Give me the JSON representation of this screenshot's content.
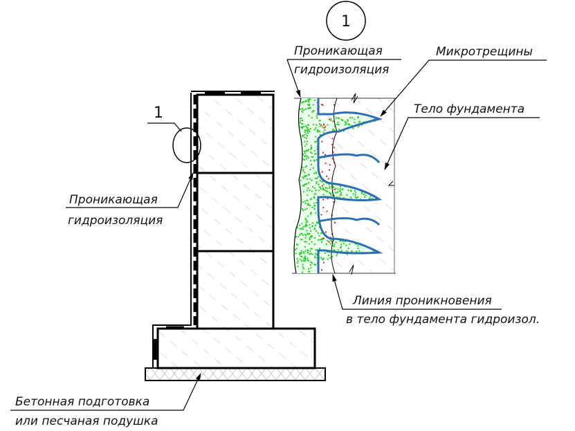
{
  "callout_number": "1",
  "detail_number": "1",
  "labels": {
    "wall_waterproofing_line1": "Проникающая",
    "wall_waterproofing_line2": "гидроизоляция",
    "base_line1": "Бетонная подготовка",
    "base_line2": "или песчаная подушка",
    "detail_waterproofing_line1": "Проникающая",
    "detail_waterproofing_line2": "гидроизоляция",
    "microcracks": "Микротрещины",
    "foundation_body": "Тело фундамента",
    "penetration_line1": "Линия проникновения",
    "penetration_line2": "в тело фундамента гидроизол."
  },
  "colors": {
    "green": "#22cc22",
    "red": "#e02020",
    "blue": "#2a6fb0",
    "line": "#000000"
  }
}
